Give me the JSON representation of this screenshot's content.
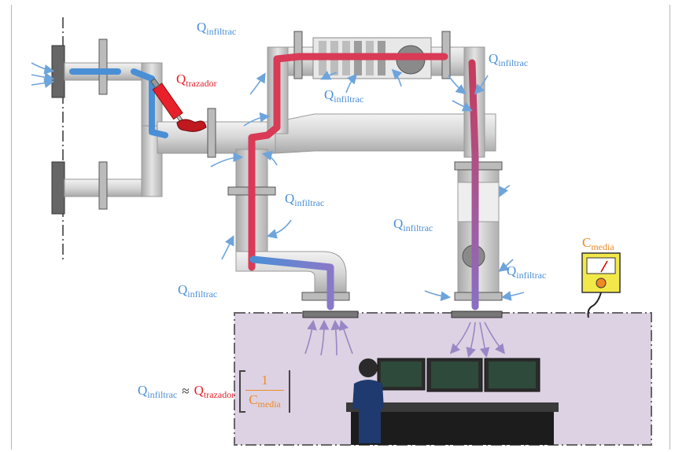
{
  "labels": {
    "q_base": "Q",
    "infiltrac_sub": "infiltrac",
    "trazador_sub": "trazador",
    "media_sub": "media",
    "c_base": "C"
  },
  "formula": {
    "approx": "≈",
    "numerator": "1"
  },
  "colors": {
    "flow_blue": "#4a8fd6",
    "flow_red": "#e8202a",
    "meter_text": "#f08a24",
    "room": "#dcd2e3",
    "duct": "#dcdcdc"
  }
}
